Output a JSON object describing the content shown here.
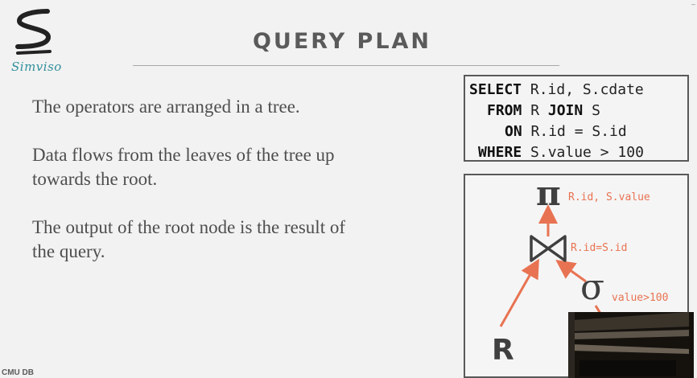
{
  "brand": {
    "name": "Simviso"
  },
  "slide": {
    "title": "QUERY PLAN",
    "paragraphs": [
      "The operators are arranged in a tree.",
      "Data flows from the leaves of the tree up towards the root.",
      "The output of the root node is the result of the query."
    ]
  },
  "sql": {
    "line1": {
      "kw": "SELECT",
      "rest": " R.id, S.cdate"
    },
    "line2": {
      "kw": "FROM",
      "rest1": " R ",
      "kw2": "JOIN",
      "rest2": " S"
    },
    "line3": {
      "kw": "ON",
      "rest": " R.id = S.id"
    },
    "line4": {
      "kw": "WHERE",
      "rest": " S.value > 100"
    }
  },
  "tree": {
    "projection_symbol": "π",
    "projection_label": "R.id, S.value",
    "join_label": "R.id=S.id",
    "selection_symbol": "σ",
    "selection_label": "value>100",
    "leaf_r": "R"
  },
  "footer": {
    "logo": "CMU DB"
  },
  "colors": {
    "accent": "#e87352",
    "title": "#5a5a5a",
    "brand": "#2f8f9c"
  }
}
